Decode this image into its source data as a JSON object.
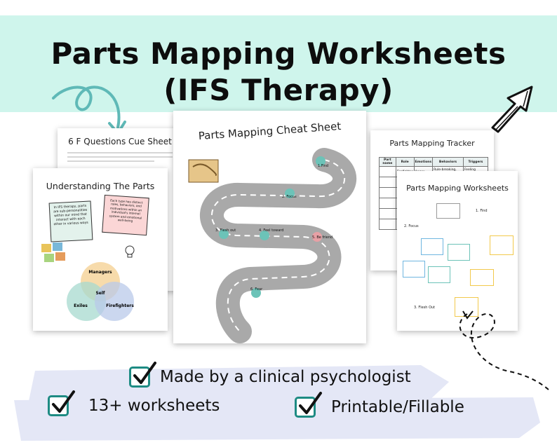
{
  "header": {
    "title_line1": "Parts Mapping Worksheets",
    "title_line2": "(IFS Therapy)"
  },
  "sheets": {
    "six_f": {
      "title": "6 F Questions Cue Sheet"
    },
    "understanding": {
      "title": "Understanding The Parts",
      "note_left": "In IFS therapy, parts are sub-personalities within our mind that interact with each other in various ways",
      "note_right": "Each type has distinct roles, behaviors, and motivations within an individual's internal system and emotional well-being",
      "venn": [
        "Managers",
        "Self",
        "Exiles",
        "Firefighters"
      ]
    },
    "cheat": {
      "title": "Parts Mapping Cheat Sheet",
      "steps": [
        "1.Find",
        "2. Focus",
        "3. Flesh out",
        "4. Feel toward",
        "5. Be friend",
        "6. Fear"
      ]
    },
    "tracker": {
      "title": "Parts Mapping Tracker",
      "columns": [
        "Part name",
        "Role",
        "Emotions",
        "Behaviors",
        "Triggers"
      ],
      "row1": [
        "",
        "Firefighter",
        "Anger",
        "Rule-breaking, defiance",
        "Feeling controlled"
      ]
    },
    "worksheets": {
      "title": "Parts Mapping Worksheets",
      "step_find": "1. Find",
      "step_focus": "2. Focus",
      "step_flesh": "3. Flesh Out"
    }
  },
  "features": {
    "item1": "Made by a clinical psychologist",
    "item2": "13+ worksheets",
    "item3": "Printable/Fillable"
  },
  "colors": {
    "banner": "#cff5ec",
    "teal": "#1d8b83",
    "road": "#a9a9a9",
    "pin": "#6cc3b8",
    "band": "#e4e7f6"
  }
}
